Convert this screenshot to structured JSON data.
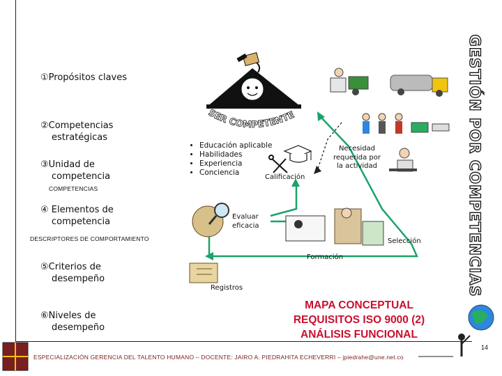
{
  "vertical_title": "GESTIÓN POR COMPETENCIAS",
  "left_items": [
    {
      "marker": "①",
      "text": "Propósitos claves"
    },
    {
      "marker": "②",
      "text": "Competencias estratégicas",
      "line1": "Competencias",
      "line2": "estratégicas"
    },
    {
      "marker": "③",
      "text": "Unidad de competencia",
      "line1": "Unidad de",
      "line2": "competencia"
    },
    {
      "marker": "④",
      "text": "Elementos de competencia",
      "line1": " Elementos de",
      "line2": "competencia"
    },
    {
      "marker": "⑤",
      "text": "Criterios de desempeño",
      "line1": "Criterios de",
      "line2": "desempeño"
    },
    {
      "marker": "⑥",
      "text": "Niveles de desempeño",
      "line1": "Niveles de",
      "line2": "desempeño"
    }
  ],
  "captions": {
    "competencias": "COMPETENCIAS",
    "descriptores": "DESCRIPTORES DE COMPORTAMIENTO"
  },
  "arc_text": "SER COMPETENTE",
  "requirements": [
    "Educación aplicable",
    "Habilidades",
    "Experiencia",
    "Conciencia"
  ],
  "labels": {
    "calificacion": "Calificación",
    "necesidad": [
      "Necesidad",
      "requerida por",
      "la actividad"
    ],
    "evaluar": [
      "Evaluar",
      "eficacia"
    ],
    "seleccion": "Selección",
    "formacion": "Formación",
    "registros": "Registros"
  },
  "red_title": [
    "MAPA CONCEPTUAL",
    "REQUISITOS ISO 9000 (2)",
    "ANÁLISIS FUNCIONAL"
  ],
  "footer": "ESPECIALIZACIÓN GERENCIA DEL TALENTO HUMANO – DOCENTE: JAIRO A. PIEDRAHITA ECHEVERRI – jpiedrahe@une.net.co",
  "page_number": "14",
  "colors": {
    "arrow": "#1aa36a",
    "red_title": "#c8102e",
    "footer": "#7a1f1f"
  }
}
